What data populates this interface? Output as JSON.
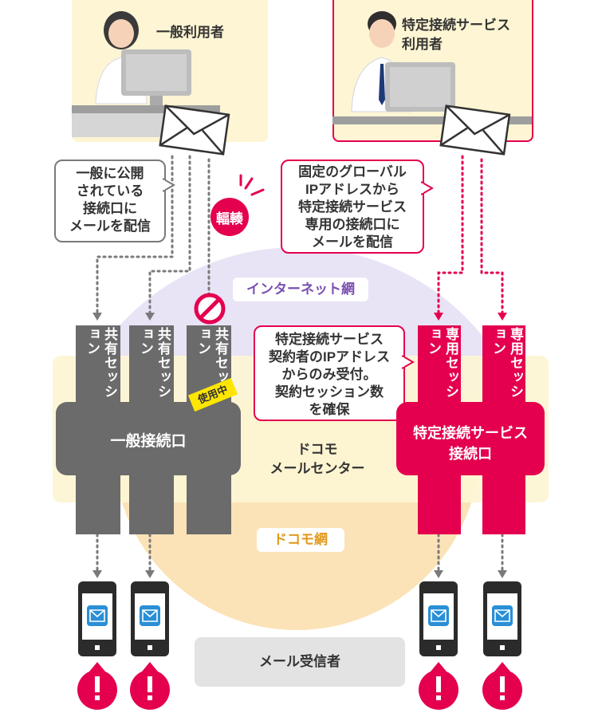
{
  "users": {
    "general": "一般利用者",
    "specific_line1": "特定接続サービス",
    "specific_line2": "利用者"
  },
  "callouts": {
    "general": [
      "一般に公開",
      "されている",
      "接続口に",
      "メールを配信"
    ],
    "specific": [
      "固定のグローバル",
      "IPアドレスから",
      "特定接続サービス",
      "専用の接続口に",
      "メールを配信"
    ],
    "contract": [
      "特定接続サービス",
      "契約者のIPアドレス",
      "からのみ受付。",
      "契約セッション数",
      "を確保"
    ]
  },
  "congestion_badge": "輻輳",
  "internet_label": "インターネット網",
  "docomo_net_label": "ドコモ網",
  "mail_center": [
    "ドコモ",
    "メールセンター"
  ],
  "shared_sessions": [
    "共有セッション",
    "共有セッション",
    "共有セッション"
  ],
  "dedicated_sessions": [
    "専用セッション",
    "専用セッション"
  ],
  "in_use_tag": "使用中",
  "general_port_label": "一般接続口",
  "specific_port_label": [
    "特定接続サービス",
    "接続口"
  ],
  "recipient_label": "メール受信者",
  "colors": {
    "gray": "#6b6b6b",
    "red": "#e4004f",
    "pale_yellow": "#fdf5d3",
    "lavender": "#e9e3f6",
    "peach": "#fbe3b7",
    "purple_text": "#7a4fb1",
    "orange_text": "#e09a1e",
    "in_use_yellow": "#ffe600"
  },
  "icons": [
    "envelope-icon",
    "prohibited-icon",
    "burst-icon",
    "phone-icon",
    "mail-app-icon",
    "alert-icon"
  ]
}
